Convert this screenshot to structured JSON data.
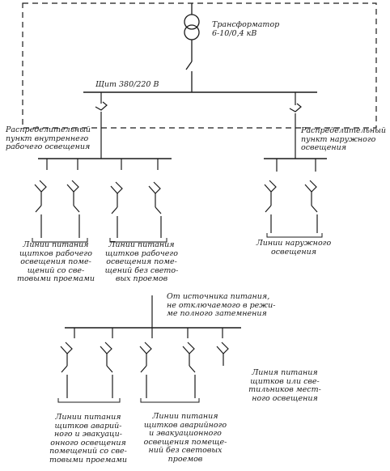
{
  "transformer": "Трансформатор\n6-10/0,4 кВ",
  "main_board": "Щит 380/220 В",
  "dp_internal": "Распределительный\nпункт внутреннего\nрабочего освещения",
  "dp_external": "Распределительный\nпункт наружного\nосвещения",
  "lines_work_window": "Линии питания\nщитков рабочего\nосвещения поме-\nщений со све-\nтовыми проемами",
  "lines_work_nowindow": "Линии питания\nщитков рабочего\nосвещения поме-\nщений без свето-\nвых проемов",
  "lines_external": "Линии наружного\nосвещения",
  "emergency_source": "От источника питания,\nне отключаемого в режи-\nме полного затемнения",
  "lines_local": "Линия питания\nщитков или све-\nтильников мест-\nного освещения",
  "lines_emerg_window": "Линии питания\nщитков аварий-\nного и эвакуаци-\nонного освещения\nпомещений со све-\nтовыми проемами",
  "lines_emerg_nowindow": "Линии питания\nщитков аварийного\nи эвакуационного\nосвещения помеще-\nний без световых\nпроемов"
}
